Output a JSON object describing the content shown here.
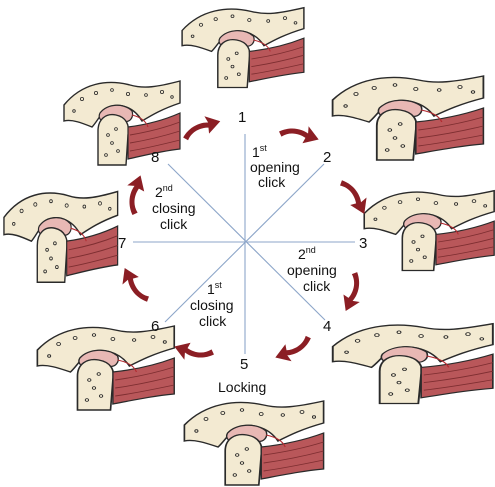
{
  "positions": [
    {
      "number": "1"
    },
    {
      "number": "2"
    },
    {
      "number": "3"
    },
    {
      "number": "4"
    },
    {
      "number": "5"
    },
    {
      "number": "6"
    },
    {
      "number": "7"
    },
    {
      "number": "8"
    }
  ],
  "labels": {
    "first_opening": {
      "ordinal": "1",
      "suffix": "st",
      "line1": "opening",
      "line2": "click"
    },
    "second_opening": {
      "ordinal": "2",
      "suffix": "nd",
      "line1": "opening",
      "line2": "click"
    },
    "first_closing": {
      "ordinal": "1",
      "suffix": "st",
      "line1": "closing",
      "line2": "click"
    },
    "second_closing": {
      "ordinal": "2",
      "suffix": "nd",
      "line1": "closing",
      "line2": "click"
    },
    "locking": "Locking"
  },
  "colors": {
    "arrow": "#8b1e24",
    "spoke": "#8da6c9",
    "bone": "#f3ead2",
    "disc": "#e8b8b4",
    "muscle": "#b9575a",
    "outline": "#2a2a2a"
  },
  "icons": [
    "tmj-joint-illustration",
    "curved-arrow"
  ]
}
